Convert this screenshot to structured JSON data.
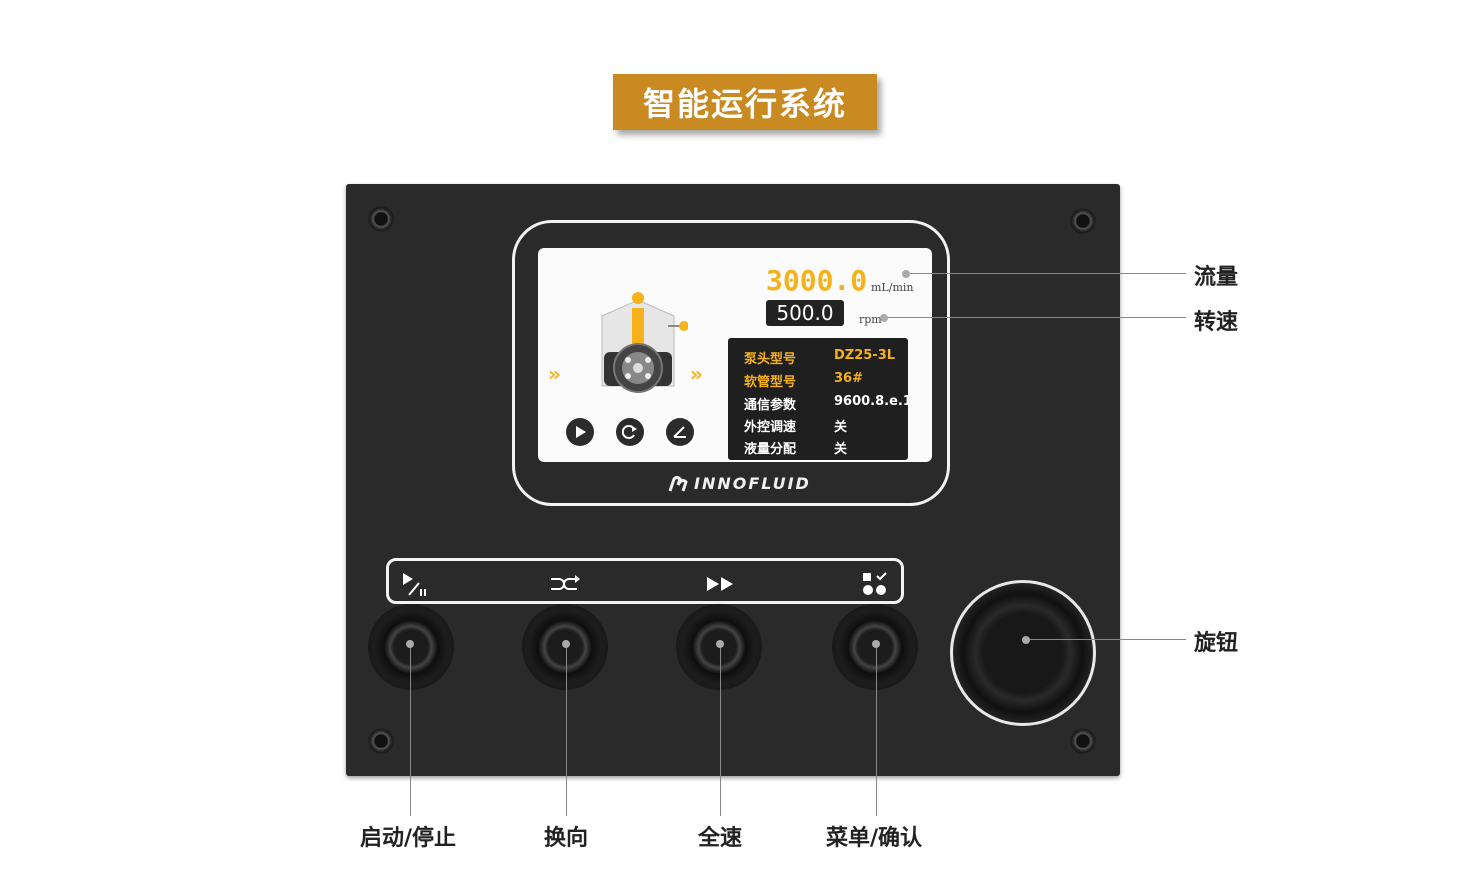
{
  "title": "智能运行系统",
  "screen": {
    "flow_value": "3000.0",
    "flow_unit": "mL/min",
    "rpm_value": "500.0",
    "rpm_unit": "rpm",
    "info": [
      {
        "key": "泵头型号",
        "value": "DZ25-3L",
        "highlight": true
      },
      {
        "key": "软管型号",
        "value": "36#",
        "highlight": true
      },
      {
        "key": "通信参数",
        "value": "9600.8.e.1",
        "highlight": false
      },
      {
        "key": "外控调速",
        "value": "关",
        "highlight": false
      },
      {
        "key": "液量分配",
        "value": "关",
        "highlight": false
      }
    ]
  },
  "brand": "INNOFLUID",
  "callouts": {
    "flow": "流量",
    "speed": "转速",
    "knob": "旋钮",
    "start_stop": "启动/停止",
    "reverse": "换向",
    "full_speed": "全速",
    "menu_confirm": "菜单/确认"
  },
  "colors": {
    "accent": "#f5b21b",
    "banner": "#c98a22",
    "panel": "#2a2a2a"
  },
  "icons": [
    "play-pause-icon",
    "reverse-icon",
    "fast-forward-icon",
    "menu-icon"
  ]
}
